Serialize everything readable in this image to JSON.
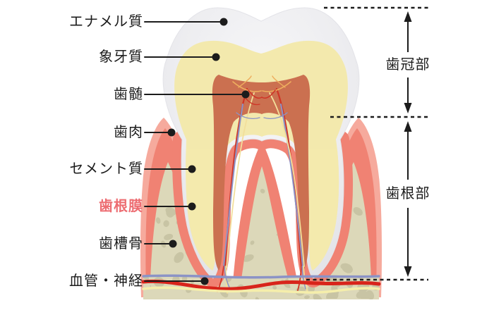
{
  "diagram": {
    "subject": "tooth-cross-section",
    "left_labels": [
      {
        "name": "enamel",
        "text": "エナメル質",
        "emphasized": false
      },
      {
        "name": "dentin",
        "text": "象牙質",
        "emphasized": false
      },
      {
        "name": "dental-pulp",
        "text": "歯髄",
        "emphasized": false
      },
      {
        "name": "gingiva",
        "text": "歯肉",
        "emphasized": false
      },
      {
        "name": "cementum",
        "text": "セメント質",
        "emphasized": false
      },
      {
        "name": "periodontal-membrane",
        "text": "歯根膜",
        "emphasized": true
      },
      {
        "name": "alveolar-bone",
        "text": "歯槽骨",
        "emphasized": false
      },
      {
        "name": "blood-vessels-nerves",
        "text": "血管・神経",
        "emphasized": false
      }
    ],
    "right_labels": [
      {
        "name": "crown-section",
        "text": "歯冠部"
      },
      {
        "name": "root-section",
        "text": "歯根部"
      }
    ]
  },
  "colors": {
    "background": "#ffffff",
    "label_text": "#1c1c1c",
    "periodontal_membrane_label": "#ed6d72",
    "enamel": "#ededf0",
    "dentin": "#f3e9ad",
    "dentin_root_tint": "#ddbf8c",
    "pulp": "#cb7050",
    "gum": "#f08273",
    "gum_light": "#f6aa9d",
    "bone": "#dcd8b9",
    "bone_blob": "#c8c4a4",
    "artery_red": "#d8241b",
    "vein_blue": "#8b93c6",
    "nerve_yellow": "#f5eeab"
  }
}
